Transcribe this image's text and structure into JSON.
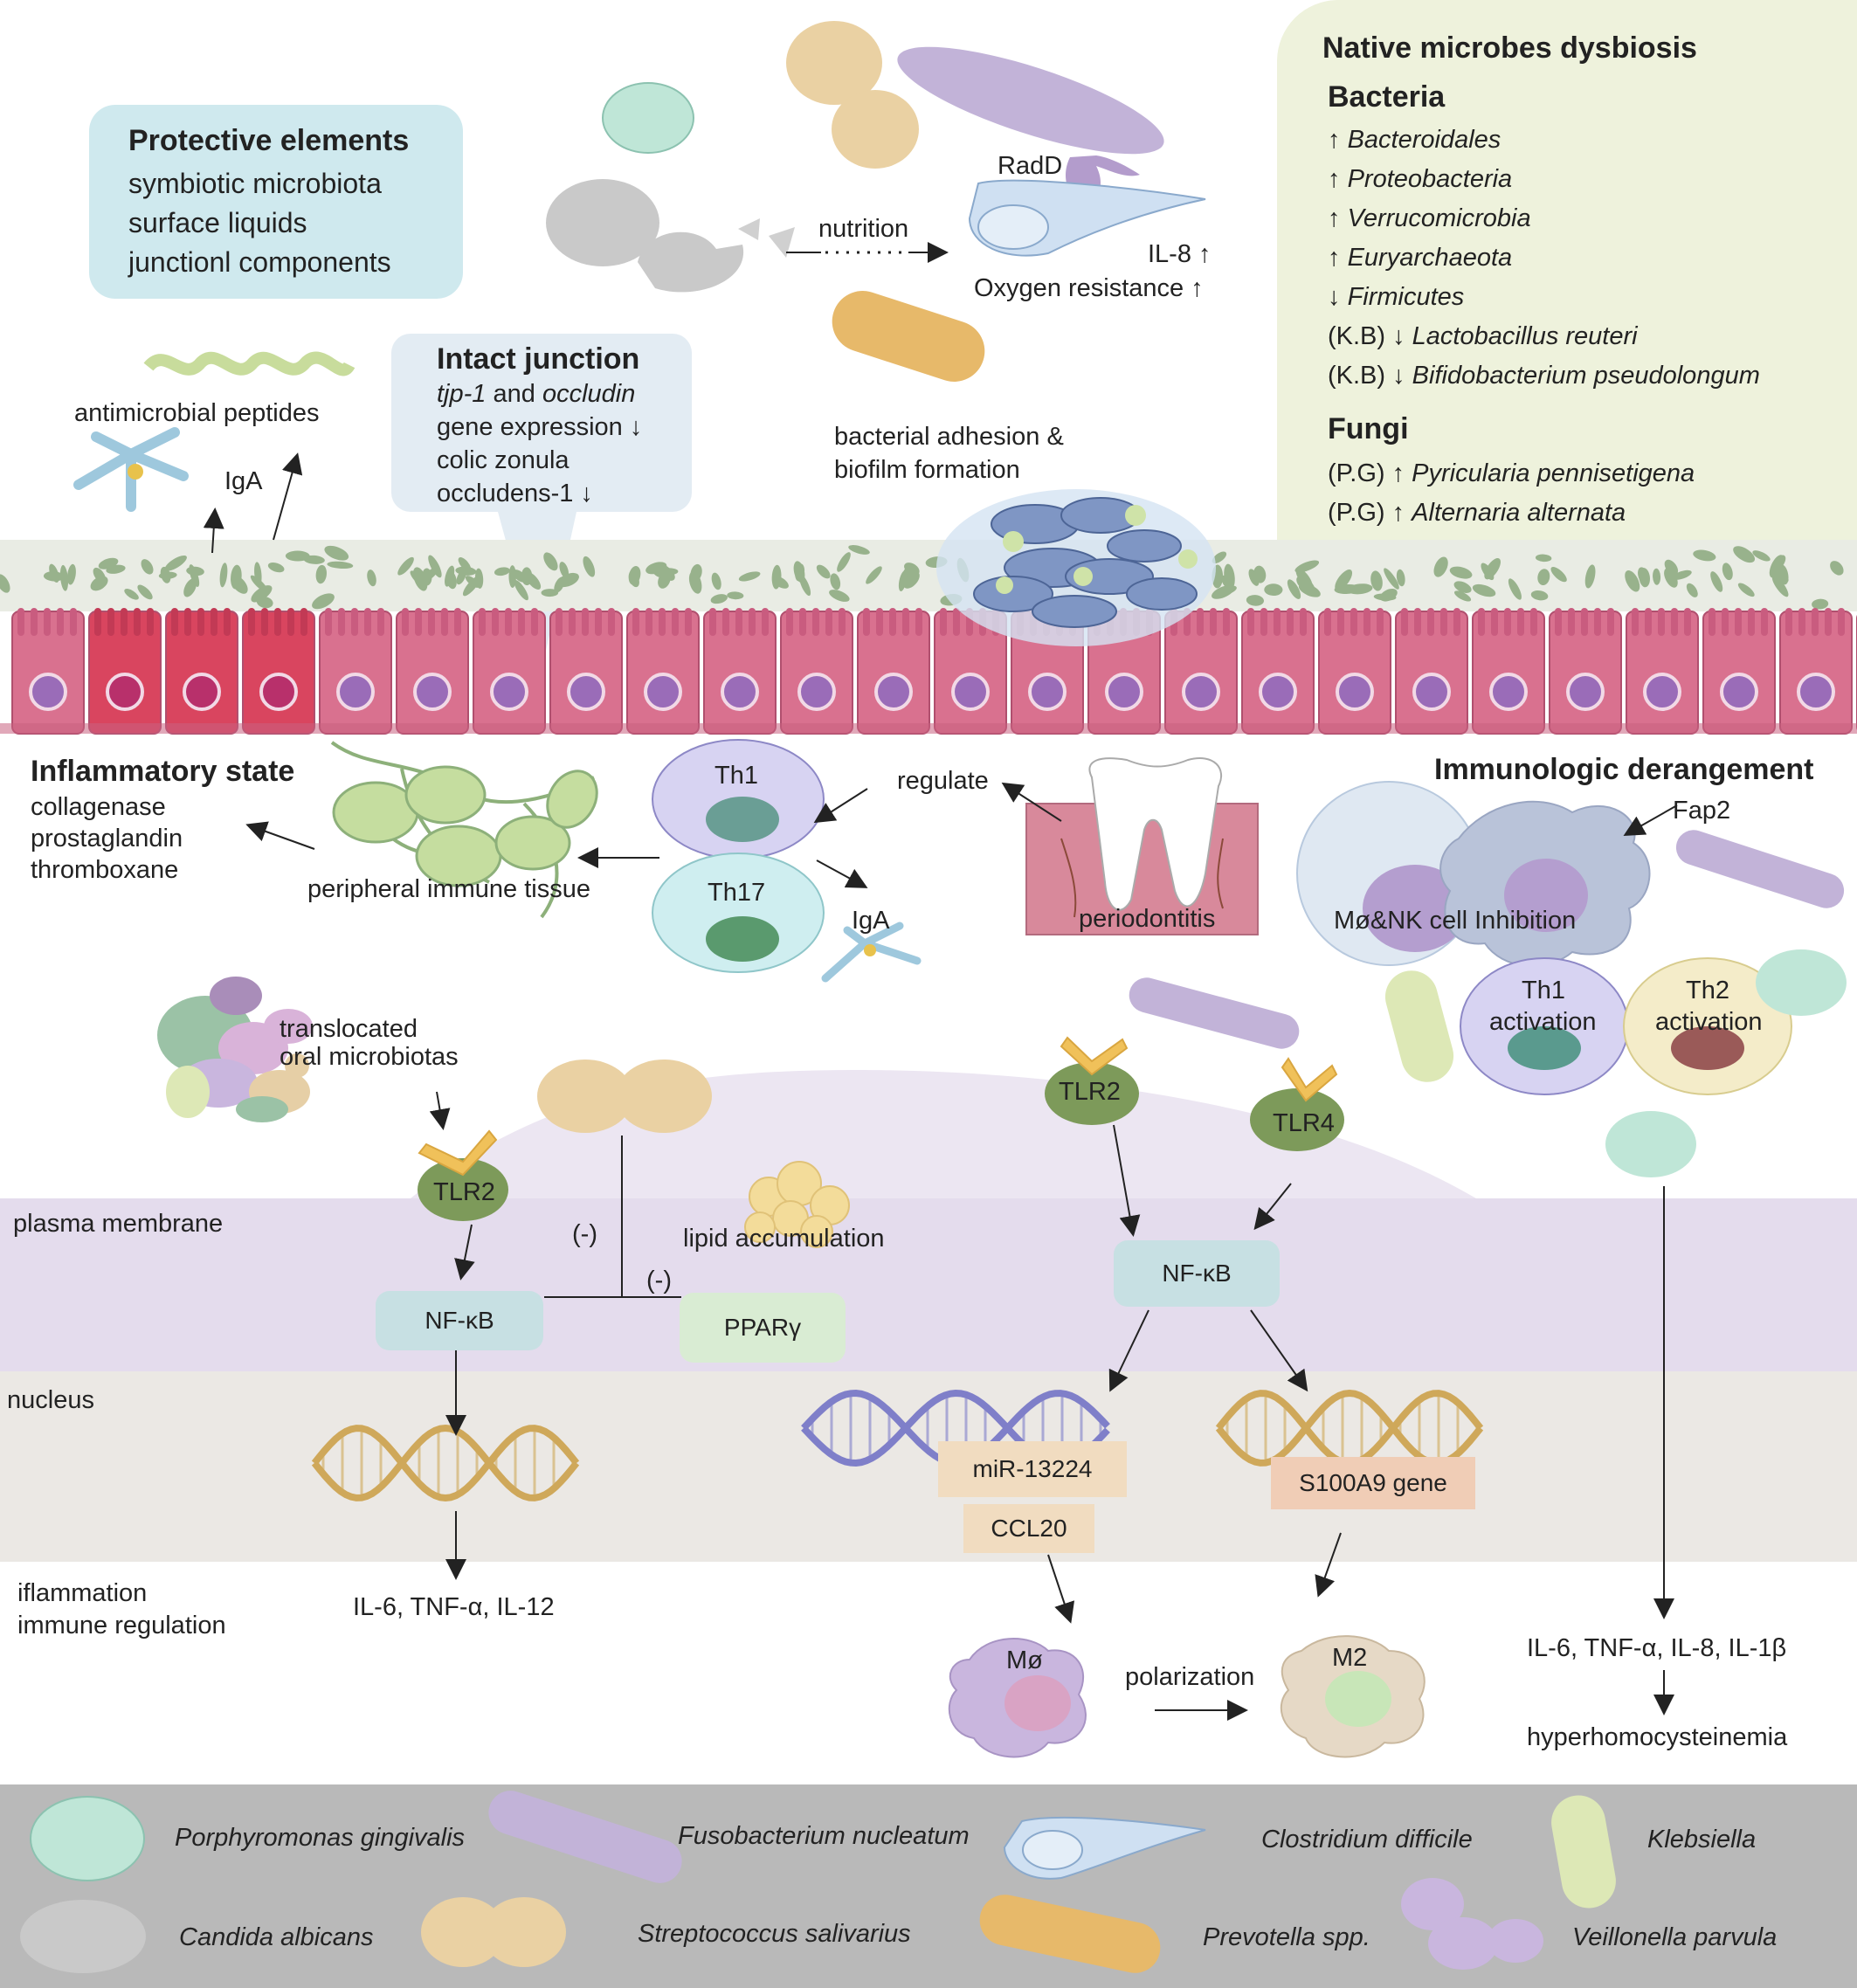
{
  "protective": {
    "title": "Protective elements",
    "items": [
      "symbiotic microbiota",
      "surface liquids",
      "junctionl components"
    ]
  },
  "junction": {
    "title": "Intact junction",
    "line1_gene1": "tjp-1",
    "line1_and": "and",
    "line1_gene2": "occludin",
    "line2": "gene expression ↓",
    "line3": "colic zonula",
    "line4": "occludens-1 ↓"
  },
  "top": {
    "antimicrobial": "antimicrobial peptides",
    "iga": "IgA",
    "nutrition": "nutrition",
    "radd": "RadD",
    "il8": "IL-8 ↑",
    "oxygen": "Oxygen resistance ↑",
    "adhesion1": "bacterial adhesion &",
    "adhesion2": "biofilm formation"
  },
  "native": {
    "title": "Native microbes dysbiosis",
    "bacteria_title": "Bacteria",
    "bacteria": [
      {
        "prefix": "↑ ",
        "name": "Bacteroidales"
      },
      {
        "prefix": "↑ ",
        "name": "Proteobacteria"
      },
      {
        "prefix": "↑ ",
        "name": "Verrucomicrobia"
      },
      {
        "prefix": "↑ ",
        "name": "Euryarchaeota"
      },
      {
        "prefix": "↓ ",
        "name": "Firmicutes"
      },
      {
        "prefix": "(K.B) ↓ ",
        "name": "Lactobacillus reuteri"
      },
      {
        "prefix": "(K.B) ↓ ",
        "name": "Bifidobacterium pseudolongum"
      }
    ],
    "fungi_title": "Fungi",
    "fungi": [
      {
        "prefix": "(P.G) ↑ ",
        "name": "Pyricularia pennisetigena"
      },
      {
        "prefix": "(P.G) ↑ ",
        "name": "Alternaria alternata"
      }
    ]
  },
  "middle": {
    "inflammatory_title": "Inflammatory state",
    "inflammatory_items": [
      "collagenase",
      "prostaglandin",
      "thromboxane"
    ],
    "peripheral": "peripheral immune tissue",
    "th1": "Th1",
    "th17": "Th17",
    "iga": "IgA",
    "regulate": "regulate",
    "periodontitis": "periodontitis",
    "immunologic_title": "Immunologic derangement",
    "fap2": "Fap2",
    "mo_nk": "Mø&NK cell Inhibition",
    "th1_act1": "Th1",
    "th1_act2": "activation",
    "th2_act1": "Th2",
    "th2_act2": "activation"
  },
  "lower": {
    "translocated1": "translocated",
    "translocated2": "oral microbiotas",
    "tlr2_left": "TLR2",
    "tlr2_right": "TLR2",
    "tlr4": "TLR4",
    "plasma_membrane": "plasma membrane",
    "nucleus": "nucleus",
    "neg1": "(-)",
    "neg2": "(-)",
    "lipid": "lipid accumulation",
    "nfkb_left": "NF-κB",
    "nfkb_right": "NF-κB",
    "ppar": "PPARγ",
    "mir": "miR-13224",
    "ccl20": "CCL20",
    "s100": "S100A9 gene",
    "inflam1": "iflammation",
    "inflam2": "immune regulation",
    "cytokines_left": "IL-6, TNF-α, IL-12",
    "mo": "Mø",
    "polarization": "polarization",
    "m2": "M2",
    "cytokines_right": "IL-6, TNF-α, IL-8, IL-1β",
    "hyper": "hyperhomocysteinemia"
  },
  "legend": [
    "Porphyromonas gingivalis",
    "Fusobacterium nucleatum",
    "Clostridium difficile",
    "Klebsiella",
    "Candida albicans",
    "Streptococcus salivarius",
    "Prevotella spp.",
    "Veillonella parvula"
  ],
  "colors": {
    "epithelium": "#d9718f",
    "goblet": "#d9455f",
    "nucleus_purple": "#9a6cb8",
    "membrane_band": "#e7e1ef",
    "nucleus_band": "#ebe8e4",
    "legend_bg": "#b9b9b9",
    "protein_blue": "#c7e0e3",
    "protein_green": "#d9ecd3",
    "tag_peach": "#f0d6c0",
    "tlr_green": "#7d9a5a",
    "dna_gold": "#cfa85a",
    "dna_blue": "#7f7fc9"
  }
}
